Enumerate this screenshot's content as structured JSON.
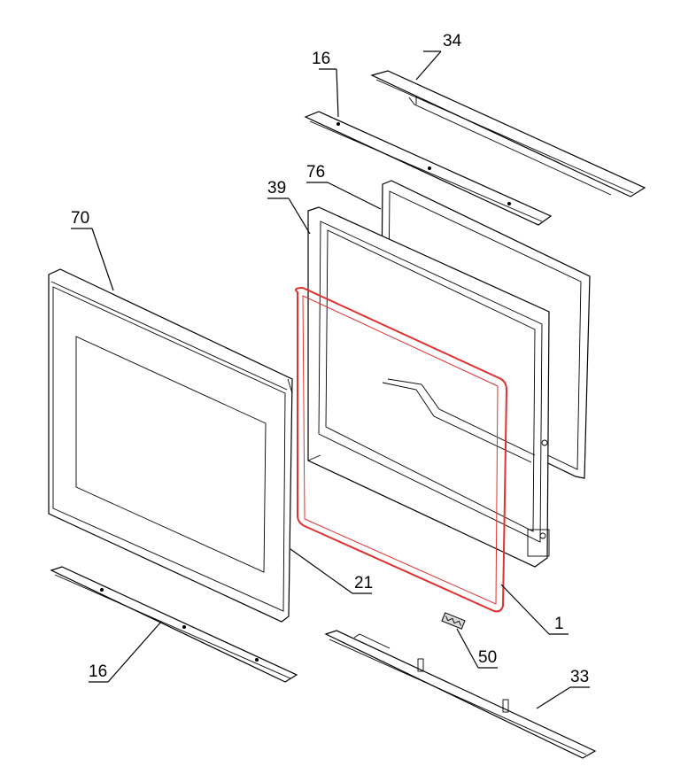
{
  "diagram": {
    "callouts": {
      "c34": "34",
      "c16_top": "16",
      "c76": "76",
      "c39": "39",
      "c70": "70",
      "c21": "21",
      "c1": "1",
      "c50": "50",
      "c16_bottom": "16",
      "c33": "33"
    },
    "colors": {
      "line": "#000000",
      "gasket": "#e03030",
      "background": "#ffffff"
    }
  }
}
